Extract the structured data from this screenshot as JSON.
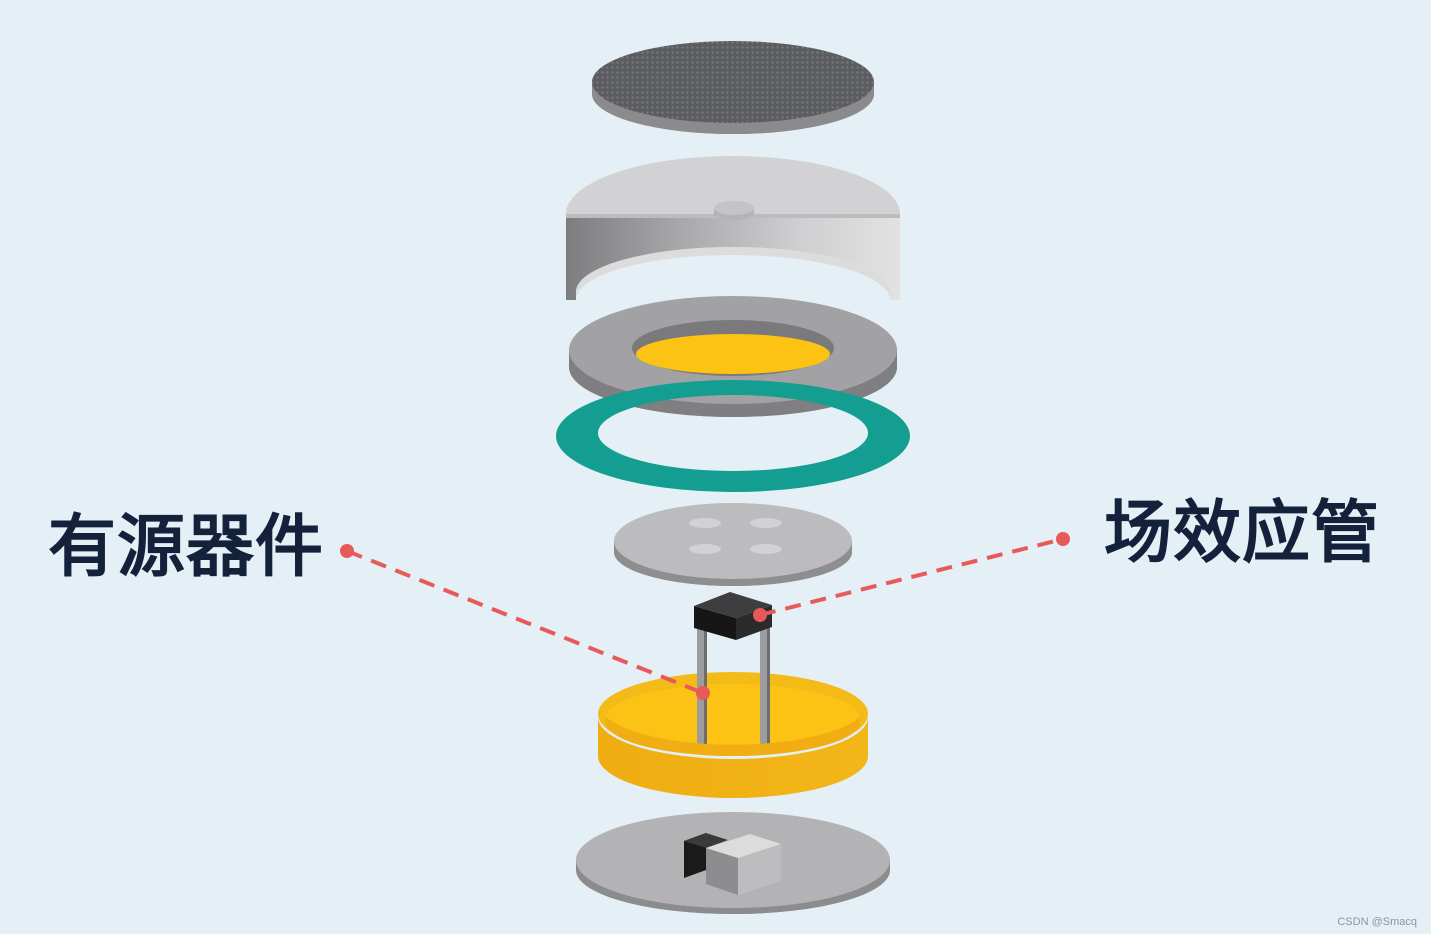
{
  "labels": {
    "left": "有源器件",
    "right": "场效应管"
  },
  "watermark": "CSDN @Smacq",
  "colors": {
    "background": "#e4eff6",
    "label_text": "#14213a",
    "leader_line": "#e85a5a",
    "mesh_cover": "#5e5f62",
    "housing": "#c6c6c8",
    "ring_plate": "#9d9d9f",
    "yellow": "#fcc214",
    "teal_ring": "#139e91",
    "circuit_disc": "#b9b9bb",
    "fet_body": "#2a2a2b",
    "base_disc": "#b2b2b4"
  }
}
